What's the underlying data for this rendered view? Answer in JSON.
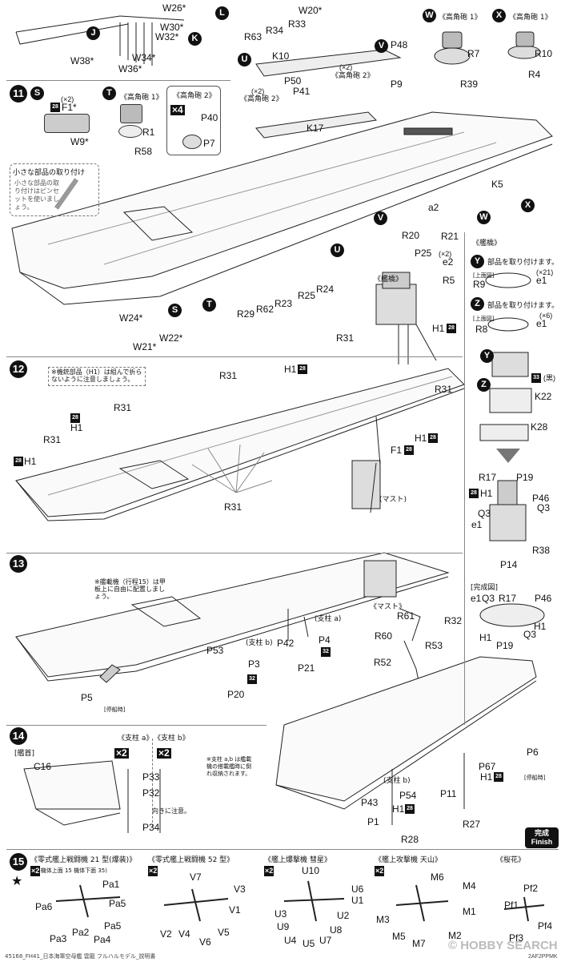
{
  "top": {
    "labels_left": [
      "W26*",
      "W30*",
      "W32*",
      "W34*",
      "W38*",
      "W36*"
    ],
    "circ_J": "J",
    "circ_K": "K",
    "circ_L": "L",
    "labels_mid": [
      "W20*",
      "R34",
      "R33",
      "R63"
    ],
    "W": {
      "circ": "W",
      "title": "《高角砲 1》",
      "parts": [
        "R7",
        "R39"
      ]
    },
    "X": {
      "circ": "X",
      "title": "《高角砲 1》",
      "parts": [
        "R10",
        "R4"
      ]
    },
    "V": {
      "circ": "V",
      "parts": [
        "P48",
        "P9"
      ]
    },
    "U": {
      "circ": "U",
      "parts": [
        "K10",
        "P50",
        "P41",
        "K17"
      ],
      "x2a": "(×2)",
      "x2b": "(×2)",
      "tag_a": "《高角砲 2》",
      "tag_b": "《高角砲 2》"
    }
  },
  "step11": {
    "num": "11",
    "S": {
      "circ": "S",
      "x2": "(×2)",
      "parts": [
        "F1*",
        "W9*"
      ],
      "tag": "28"
    },
    "T": {
      "circ": "T",
      "title": "《高角砲 1》",
      "parts": [
        "R1",
        "R58"
      ]
    },
    "gun2": {
      "title": "《高角砲 2》",
      "mult": "×4",
      "parts": [
        "P40",
        "P7"
      ]
    },
    "tip": {
      "title": "小さな部品の取り付け",
      "text": "小さな部品の取り付けはピンセットを使いましょう。"
    },
    "labels": [
      "K5",
      "a2",
      "R20",
      "R21",
      "P25",
      "e2",
      "R5",
      "(×2)",
      "R24",
      "R25",
      "R23",
      "R62",
      "R29",
      "W24*",
      "W21*",
      "W22*",
      "H1"
    ],
    "bridge_title": "《艦橋》",
    "circ_list": [
      "W",
      "X",
      "V",
      "U",
      "S",
      "T"
    ]
  },
  "side": {
    "title": "《艦橋》",
    "Y": {
      "circ": "Y",
      "text": "部品を取り付けます。",
      "tag": "[上面図]",
      "part": "R9",
      "sub": "e1",
      "count": "(×21)"
    },
    "Z": {
      "circ": "Z",
      "text": "部品を取り付けます。",
      "tag": "[上面図]",
      "part": "R8",
      "sub": "e1",
      "count": "(×6)"
    },
    "assembly": [
      "K22",
      "K28",
      "(黒)"
    ],
    "labels2": [
      "R17",
      "P19",
      "P46",
      "H1",
      "Q3",
      "e1",
      "Q3",
      "R38",
      "P14"
    ],
    "complete": {
      "title": "[完成図]",
      "labels": [
        "e1",
        "Q3",
        "R17",
        "P46",
        "H1",
        "H1",
        "Q3",
        "P19"
      ]
    }
  },
  "step12": {
    "num": "12",
    "note": "※機銃部品（H1）は組んで折らないように注意しましょう。",
    "labels": [
      "R31",
      "R31",
      "R31",
      "R31",
      "R31",
      "R31",
      "H1",
      "H1",
      "H1",
      "H1",
      "H1",
      "F1",
      "(マスト)"
    ]
  },
  "step13": {
    "num": "13",
    "note": "※艦載機（行程15）は甲板上に自由に配置しましょう。",
    "labels": [
      "P42",
      "P4",
      "P21",
      "P53",
      "P3",
      "P20",
      "P5",
      "(支柱 b)",
      "(支柱 a)"
    ],
    "anchored": "[停船時]",
    "mast": {
      "title": "《マスト》",
      "parts": [
        "R61",
        "R32",
        "R60",
        "R53",
        "R52"
      ]
    }
  },
  "step14": {
    "num": "14",
    "bow": "[艦首]",
    "bow_part": "C16",
    "supa": "《支柱 a》",
    "supb": "《支柱 b》",
    "x2": "×2",
    "parts": [
      "P33",
      "P32",
      "P34"
    ],
    "orient": "向きに注意。",
    "note": "※支柱 a,b は艦載機の搭載艦時に倒れ収納されます。",
    "labels": [
      "P6",
      "P67",
      "H1",
      "P54",
      "P43",
      "P1",
      "R28",
      "P11",
      "R27",
      "H1",
      "(支柱 b)"
    ],
    "anchored": "[停船時]",
    "finish_jp": "完成",
    "finish_en": "Finish",
    "watermark": "© HOBBY SEARCH"
  },
  "step15": {
    "num": "15",
    "planes": [
      {
        "title": "《零式艦上戦闘機 21 型(爆装)》",
        "sub": "(機体上面 15 機体下面 35)",
        "mult": "×2",
        "parts": [
          "Pa1",
          "Pa6",
          "Pa5",
          "Pa2",
          "Pa3",
          "Pa4",
          "Pa5"
        ]
      },
      {
        "title": "《零式艦上戦闘機 52 型》",
        "mult": "×2",
        "parts": [
          "V7",
          "V3",
          "V1",
          "V2",
          "V4",
          "V6",
          "V5"
        ]
      },
      {
        "title": "《艦上爆撃機 彗星》",
        "mult": "×2",
        "parts": [
          "U10",
          "U6",
          "U1",
          "U3",
          "U9",
          "U4",
          "U5",
          "U7",
          "U8",
          "U2"
        ]
      },
      {
        "title": "《艦上攻撃機 天山》",
        "mult": "×2",
        "parts": [
          "M6",
          "M4",
          "M1",
          "M3",
          "M5",
          "M7",
          "M2"
        ]
      },
      {
        "title": "《桜花》",
        "mult": "",
        "parts": [
          "Pf2",
          "Pf1",
          "Pf4",
          "Pf3"
        ]
      }
    ]
  },
  "footer": {
    "left": "45168_FH41_日本海軍空母艦 雲龍 フルハルモデル_説明書",
    "right": "2AF2PPMK"
  }
}
